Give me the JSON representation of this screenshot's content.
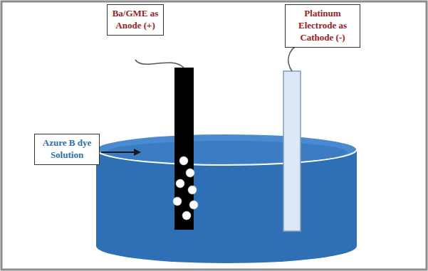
{
  "diagram": {
    "nodes": [
      {
        "text": [
          "Ba/GME as Anode (+)"
        ]
      },
      {
        "text": [
          "Platinum Electrode as Cathode (-)"
        ]
      },
      {
        "text": [
          "Azure B dye Solution"
        ]
      }
    ]
  }
}
